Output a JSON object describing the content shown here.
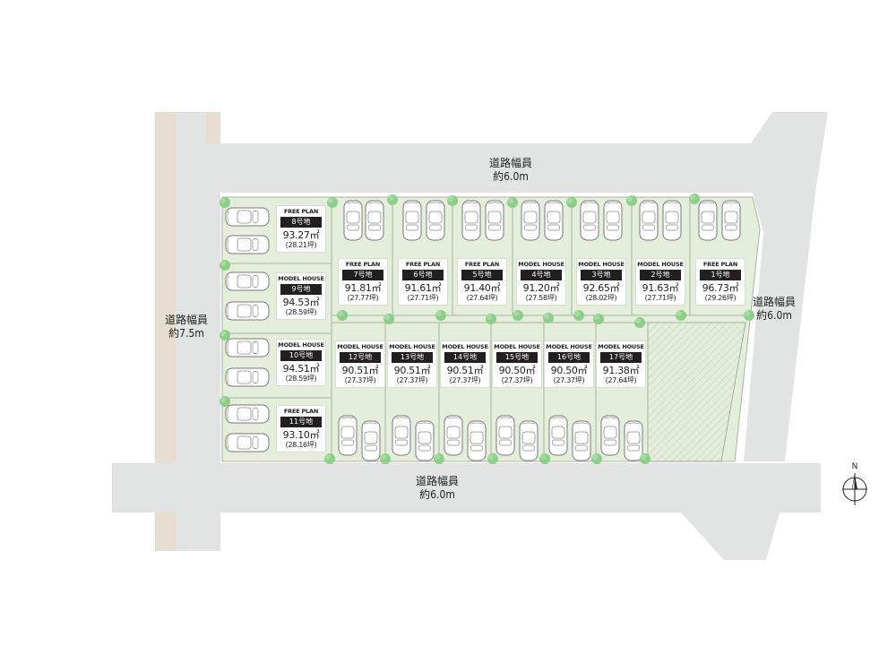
{
  "roads": {
    "north": {
      "name": "道路幅員",
      "width": "約6.0m"
    },
    "east": {
      "name": "道路幅員",
      "width": "約6.0m"
    },
    "south": {
      "name": "道路幅員",
      "width": "約6.0m"
    },
    "west": {
      "name": "道路幅員",
      "width": "約7.5m"
    }
  },
  "compass": {
    "label": "N"
  },
  "lots": [
    {
      "id": "lot-1",
      "plan": "FREE PLAN",
      "lot": "1号地",
      "area": "96.73㎡",
      "tsubo": "(29.26坪)"
    },
    {
      "id": "lot-2",
      "plan": "MODEL HOUSE",
      "lot": "2号地",
      "area": "91.63㎡",
      "tsubo": "(27.71坪)"
    },
    {
      "id": "lot-3",
      "plan": "MODEL HOUSE",
      "lot": "3号地",
      "area": "92.65㎡",
      "tsubo": "(28.02坪)"
    },
    {
      "id": "lot-4",
      "plan": "MODEL HOUSE",
      "lot": "4号地",
      "area": "91.20㎡",
      "tsubo": "(27.58坪)"
    },
    {
      "id": "lot-5",
      "plan": "FREE PLAN",
      "lot": "5号地",
      "area": "91.40㎡",
      "tsubo": "(27.64坪)"
    },
    {
      "id": "lot-6",
      "plan": "FREE PLAN",
      "lot": "6号地",
      "area": "91.61㎡",
      "tsubo": "(27.71坪)"
    },
    {
      "id": "lot-7",
      "plan": "FREE PLAN",
      "lot": "7号地",
      "area": "91.81㎡",
      "tsubo": "(27.77坪)"
    },
    {
      "id": "lot-8",
      "plan": "FREE PLAN",
      "lot": "8号地",
      "area": "93.27㎡",
      "tsubo": "(28.21坪)"
    },
    {
      "id": "lot-9",
      "plan": "MODEL HOUSE",
      "lot": "9号地",
      "area": "94.53㎡",
      "tsubo": "(28.59坪)"
    },
    {
      "id": "lot-10",
      "plan": "MODEL HOUSE",
      "lot": "10号地",
      "area": "94.51㎡",
      "tsubo": "(28.59坪)"
    },
    {
      "id": "lot-11",
      "plan": "FREE PLAN",
      "lot": "11号地",
      "area": "93.10㎡",
      "tsubo": "(28.16坪)"
    },
    {
      "id": "lot-12",
      "plan": "MODEL HOUSE",
      "lot": "12号地",
      "area": "90.51㎡",
      "tsubo": "(27.37坪)"
    },
    {
      "id": "lot-13",
      "plan": "MODEL HOUSE",
      "lot": "13号地",
      "area": "90.51㎡",
      "tsubo": "(27.37坪)"
    },
    {
      "id": "lot-14",
      "plan": "MODEL HOUSE",
      "lot": "14号地",
      "area": "90.51㎡",
      "tsubo": "(27.37坪)"
    },
    {
      "id": "lot-15",
      "plan": "MODEL HOUSE",
      "lot": "15号地",
      "area": "90.50㎡",
      "tsubo": "(27.37坪)"
    },
    {
      "id": "lot-16",
      "plan": "MODEL HOUSE",
      "lot": "16号地",
      "area": "90.50㎡",
      "tsubo": "(27.37坪)"
    },
    {
      "id": "lot-17",
      "plan": "MODEL HOUSE",
      "lot": "17号地",
      "area": "91.38㎡",
      "tsubo": "(27.64坪)"
    }
  ],
  "colors": {
    "road": "#e2e3e3",
    "sidewalk": "#e6dfcf",
    "lot": "#e4eedb",
    "lot_border": "#a9b79c",
    "tree": "#8ccf88",
    "label_bg": "#231f20",
    "hatched_border": "#9a9a9a"
  }
}
